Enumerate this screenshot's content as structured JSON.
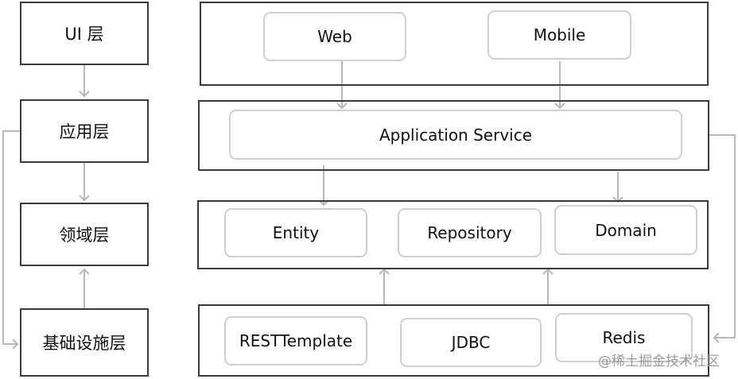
{
  "layers": {
    "ui": "UI 层",
    "application": "应用层",
    "domain": "领域层",
    "infrastructure": "基础设施层"
  },
  "ui_layer": {
    "web": "Web",
    "mobile": "Mobile"
  },
  "application_layer": {
    "service": "Application Service"
  },
  "domain_layer": {
    "entity": "Entity",
    "repository": "Repository",
    "domain": "Domain"
  },
  "infrastructure_layer": {
    "rest_template": "RESTTemplate",
    "jdbc": "JDBC",
    "redis": "Redis"
  },
  "watermark": "@稀土掘金技术社区",
  "colors": {
    "border": "#3a3a3a",
    "node_border": "#cfcfcf",
    "arrow": "#b8b8b8"
  }
}
